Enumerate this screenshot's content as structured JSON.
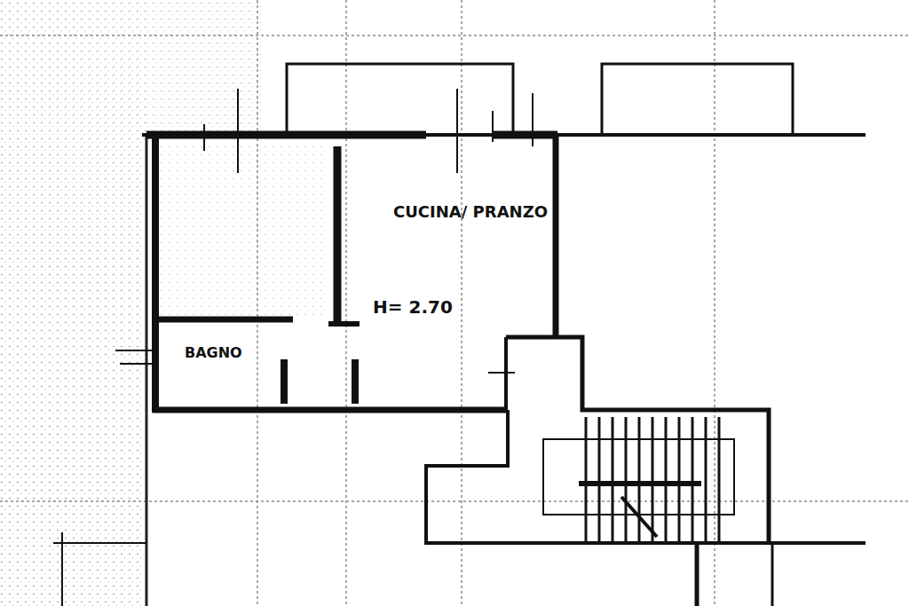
{
  "diagram": {
    "labels": [
      "CUCINA/ PRANZO",
      "H= 2.70",
      "BAGNO"
    ]
  }
}
